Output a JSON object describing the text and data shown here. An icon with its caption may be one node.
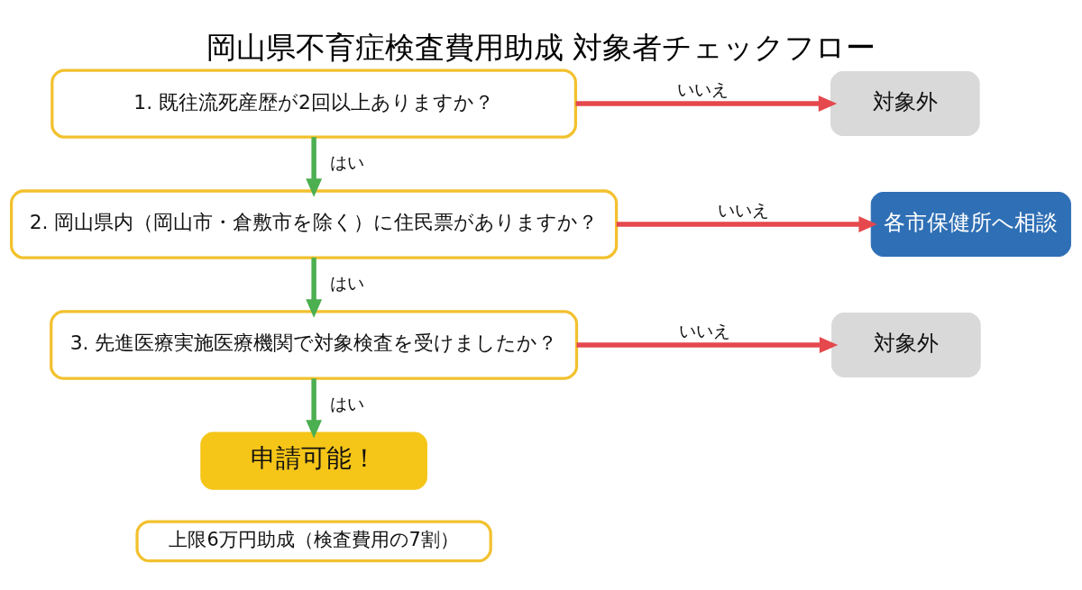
{
  "diagram": {
    "title": "岡山県不育症検査費用助成 対象者チェックフロー",
    "nodes": [
      {
        "text": [
          "1. 既往流死産歴が2回以上ありますか？"
        ]
      },
      {
        "text": [
          "対象外"
        ]
      },
      {
        "text": [
          "2. 岡山県内（岡山市・倉敷市を除く）に住民票がありますか？"
        ]
      },
      {
        "text": [
          "各市保健所へ相談"
        ]
      },
      {
        "text": [
          "3. 先進医療実施医療機関で対象検査を受けましたか？"
        ]
      },
      {
        "text": [
          "対象外"
        ]
      },
      {
        "text": [
          "申請可能！"
        ]
      },
      {
        "text": [
          "上限6万円助成（検査費用の7割）"
        ]
      }
    ],
    "edges": [
      {
        "from": 0,
        "to": 1,
        "arrow": "to",
        "label": "いいえ",
        "color": "#e5484d"
      },
      {
        "from": 0,
        "to": 2,
        "arrow": "to",
        "label": "はい",
        "color": "#4caf50"
      },
      {
        "from": 2,
        "to": 3,
        "arrow": "to",
        "label": "いいえ",
        "color": "#e5484d"
      },
      {
        "from": 2,
        "to": 4,
        "arrow": "to",
        "label": "はい",
        "color": "#4caf50"
      },
      {
        "from": 4,
        "to": 5,
        "arrow": "to",
        "label": "いいえ",
        "color": "#e5484d"
      },
      {
        "from": 4,
        "to": 6,
        "arrow": "to",
        "label": "はい",
        "color": "#4caf50"
      }
    ]
  }
}
